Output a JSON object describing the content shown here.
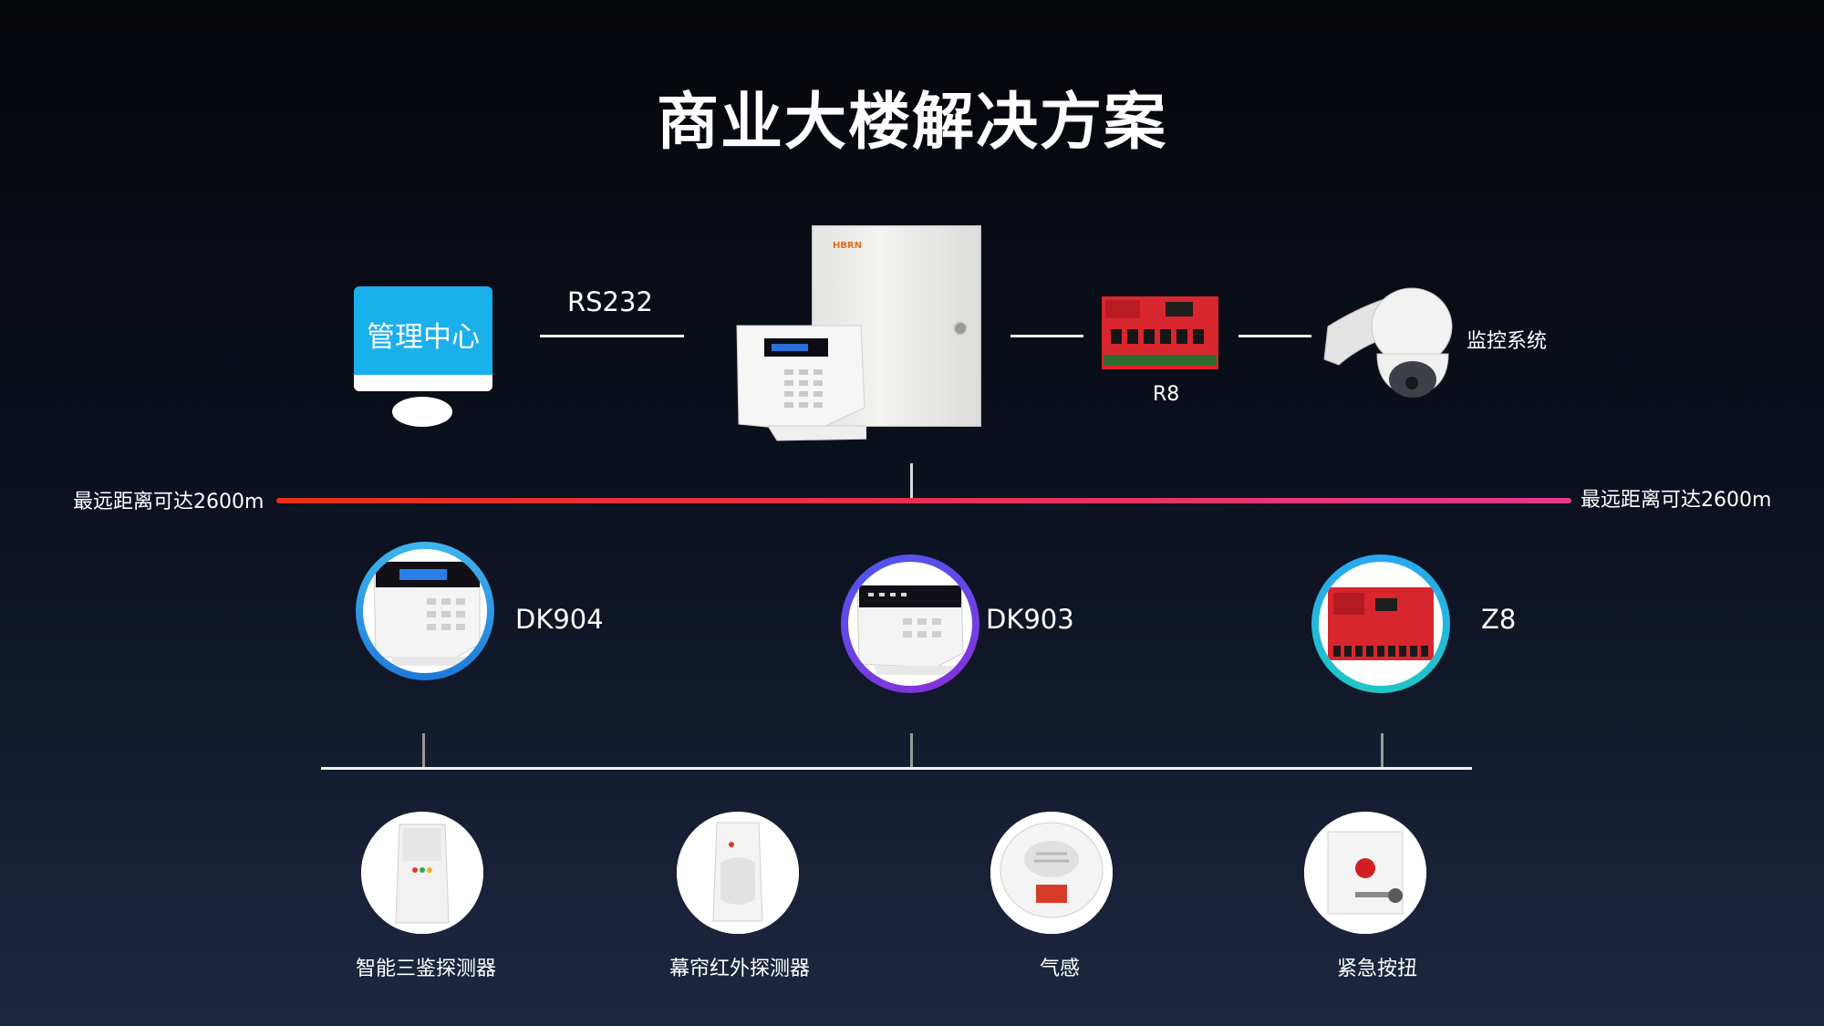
{
  "title": "商业大楼解决方案",
  "management_center": {
    "label": "管理中心"
  },
  "link_rs232": "RS232",
  "panel_brand": "HBRN",
  "expander_r8": "R8",
  "monitoring": "监控系统",
  "bus": {
    "left_label": "最远距离可达2600m",
    "right_label": "最远距离可达2600m"
  },
  "keypads": [
    {
      "name": "DK904"
    },
    {
      "name": "DK903"
    },
    {
      "name": "Z8"
    }
  ],
  "detectors": [
    {
      "name": "智能三鉴探测器",
      "icon": "dual-tech-detector-icon"
    },
    {
      "name": "幕帘红外探测器",
      "icon": "curtain-pir-icon"
    },
    {
      "name": "气感",
      "icon": "gas-detector-icon"
    },
    {
      "name": "紧急按扭",
      "icon": "panic-button-icon"
    }
  ],
  "colors": {
    "background": "#0b0f1a",
    "bus_start": "#e63017",
    "bus_end": "#e83890",
    "monitor_blue": "#1ab0ec",
    "ring_blue": "#27a7e8",
    "ring_purple": "#7a3fe0",
    "pcb_red": "#d8262e"
  }
}
